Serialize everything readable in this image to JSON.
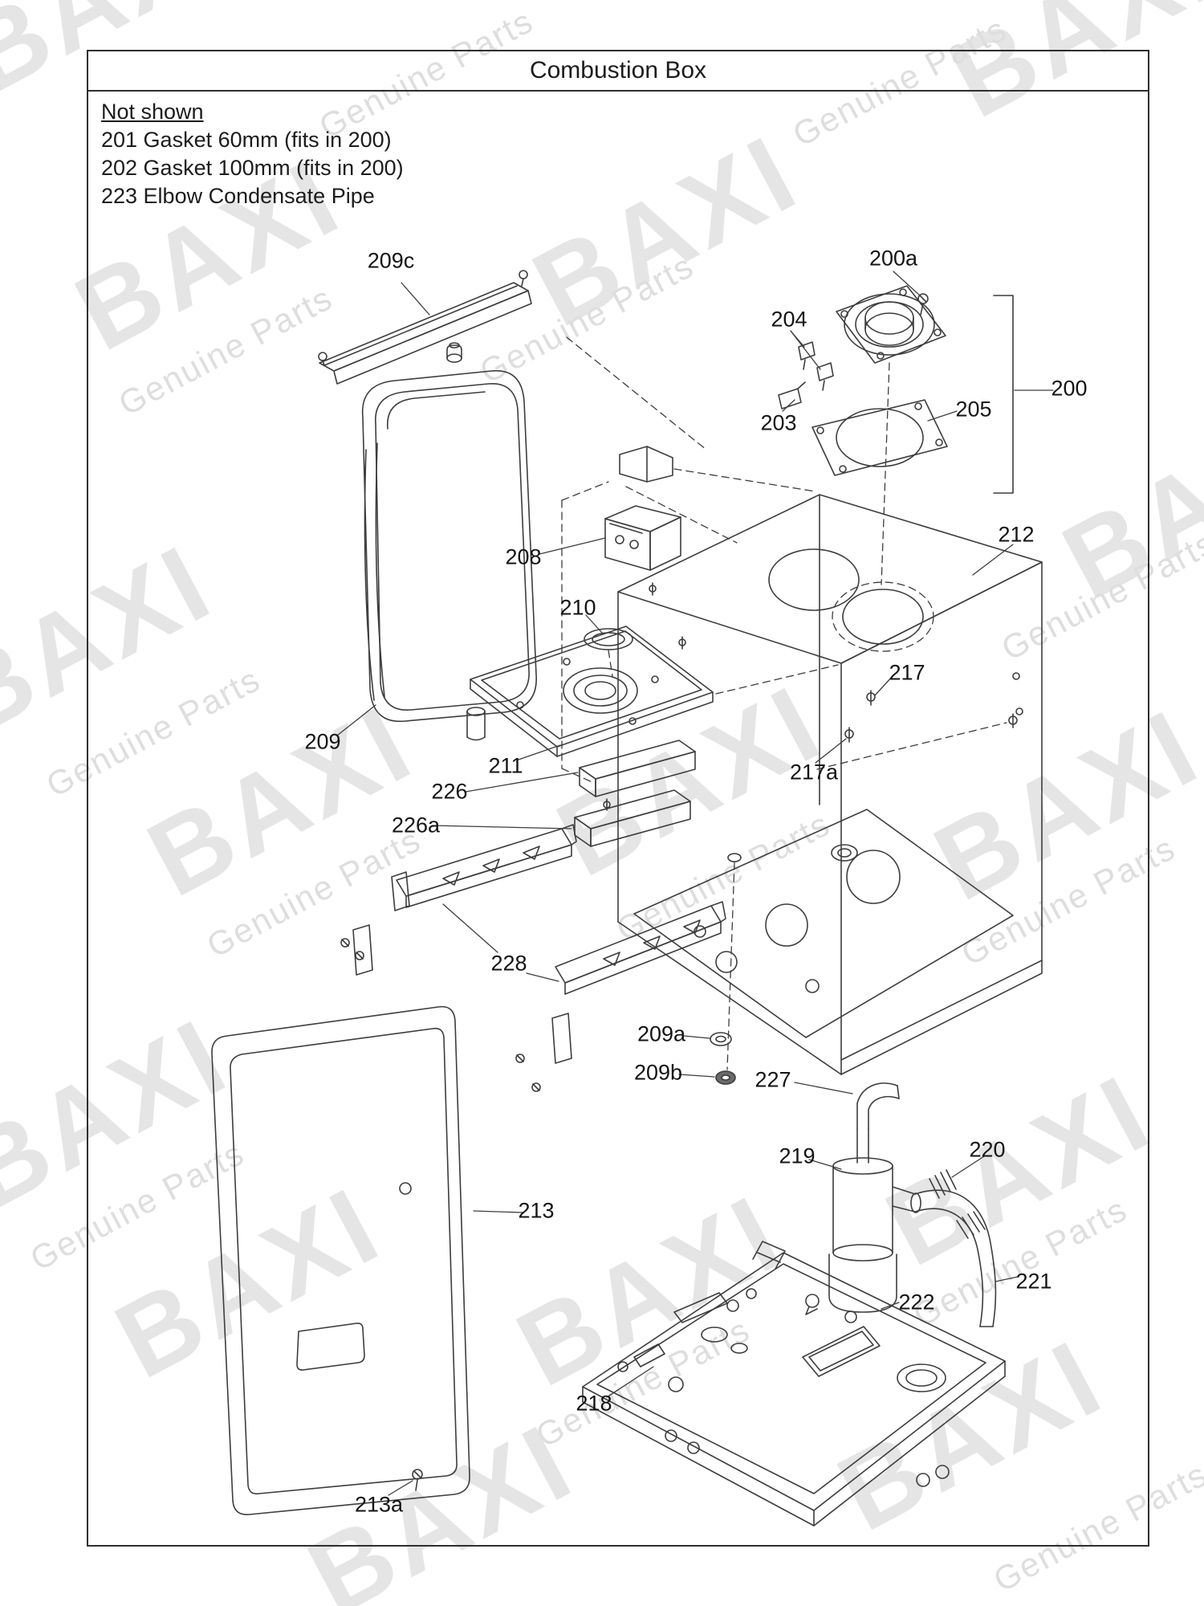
{
  "page": {
    "title": "Combustion Box",
    "watermark": {
      "brand": "BAXI",
      "tagline": "Genuine Parts"
    }
  },
  "not_shown": {
    "heading": "Not shown",
    "items": [
      "201 Gasket 60mm (fits in 200)",
      "202 Gasket 100mm (fits in 200)",
      "223 Elbow Condensate Pipe"
    ]
  },
  "labels": [
    {
      "id": "209c"
    },
    {
      "id": "200a"
    },
    {
      "id": "204"
    },
    {
      "id": "203"
    },
    {
      "id": "205"
    },
    {
      "id": "200"
    },
    {
      "id": "208"
    },
    {
      "id": "212"
    },
    {
      "id": "210"
    },
    {
      "id": "217"
    },
    {
      "id": "209"
    },
    {
      "id": "211"
    },
    {
      "id": "217a"
    },
    {
      "id": "226"
    },
    {
      "id": "226a"
    },
    {
      "id": "228"
    },
    {
      "id": "209a"
    },
    {
      "id": "209b"
    },
    {
      "id": "227"
    },
    {
      "id": "219"
    },
    {
      "id": "220"
    },
    {
      "id": "213"
    },
    {
      "id": "221"
    },
    {
      "id": "222"
    },
    {
      "id": "218"
    },
    {
      "id": "213a"
    }
  ]
}
